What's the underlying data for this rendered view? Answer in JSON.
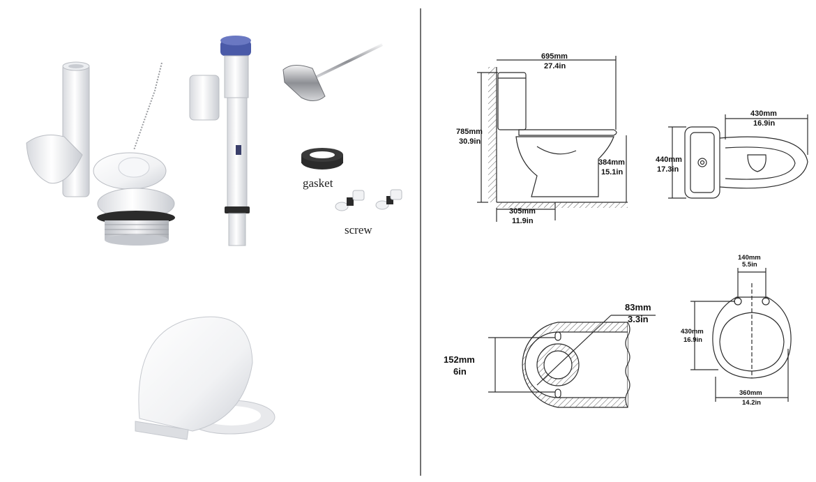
{
  "parts": {
    "gasket": "gasket",
    "screw": "screw"
  },
  "side_view": {
    "length_mm": "695mm",
    "length_in": "27.4in",
    "height_mm": "785mm",
    "height_in": "30.9in",
    "seat_height_mm": "384mm",
    "seat_height_in": "15.1in",
    "rough_in_mm": "305mm",
    "rough_in_in": "11.9in"
  },
  "top_view": {
    "bowl_length_mm": "430mm",
    "bowl_length_in": "16.9in",
    "tank_width_mm": "440mm",
    "tank_width_in": "17.3in"
  },
  "outlet_view": {
    "outlet_mm": "83mm",
    "outlet_in": "3.3in",
    "spacing_mm": "152mm",
    "spacing_in": "6in"
  },
  "seat_view": {
    "hinge_mm": "140mm",
    "hinge_in": "5.5in",
    "seat_length_mm": "430mm",
    "seat_length_in": "16.9in",
    "seat_width_mm": "360mm",
    "seat_width_in": "14.2in"
  },
  "colors": {
    "line": "#2a2a2a",
    "divider": "#444444",
    "cap_blue": "#4a5aa8",
    "gasket": "#2b2b2b",
    "chrome": "#8d8f94",
    "hatch": "#555555"
  }
}
